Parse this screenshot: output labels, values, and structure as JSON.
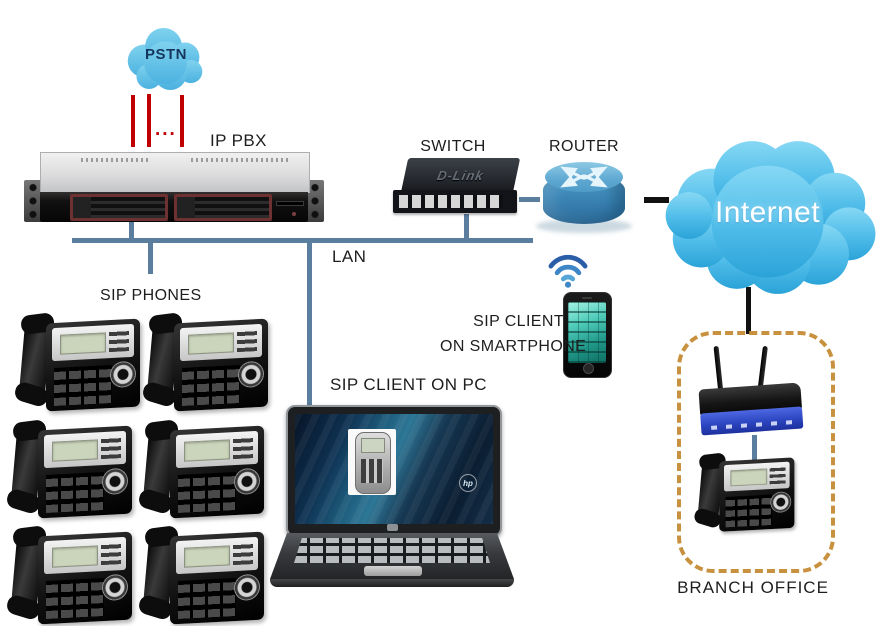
{
  "labels": {
    "pstn": "PSTN",
    "trunk_dots": "...",
    "ip_pbx": "IP PBX",
    "switch": "SWITCH",
    "switch_brand": "D-Link",
    "router": "ROUTER",
    "internet": "Internet",
    "lan": "LAN",
    "sip_phones": "SIP PHONES",
    "sip_client_smartphone_line1": "SIP CLIENT",
    "sip_client_smartphone_line2": "ON SMARTPHONE",
    "sip_client_pc": "SIP CLIENT ON PC",
    "branch_office": "BRANCH OFFICE",
    "laptop_brand": "hp"
  },
  "devices": {
    "sip_phone_count": 6,
    "branch_phone_count": 1
  },
  "colors": {
    "lan_line": "#5b7e9e",
    "pstn_trunk_line": "#c00000",
    "wan_line": "#111111",
    "branch_border": "#c8913f",
    "pstn_cloud": "#5cc0e8",
    "internet_cloud": "#46b4e6",
    "pstn_text": "#17365d",
    "internet_text": "#ffffff",
    "router_body": "#3d85b8",
    "switch_body": "#17181c",
    "smartphone_screen": "#35b4a4",
    "branch_router_panel": "#2c45c0"
  }
}
